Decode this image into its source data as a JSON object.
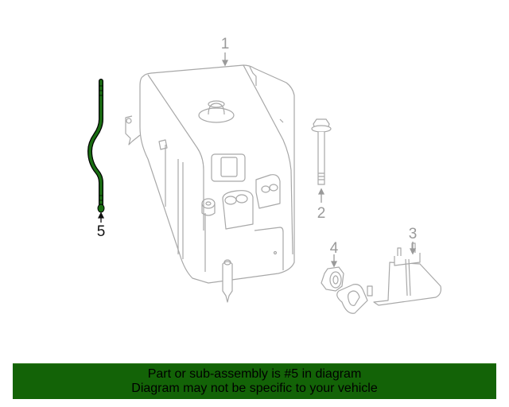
{
  "diagram": {
    "highlight_color": "#1a6e12",
    "line_color": "#a8a8a8",
    "callouts": [
      {
        "number": "1",
        "part": "reservoir-tank"
      },
      {
        "number": "2",
        "part": "bolt"
      },
      {
        "number": "3",
        "part": "bracket"
      },
      {
        "number": "4",
        "part": "nut"
      },
      {
        "number": "5",
        "part": "dipstick-tube",
        "highlighted": true
      }
    ]
  },
  "banner": {
    "background": "#136307",
    "line1": "Part or sub-assembly is #5 in diagram",
    "line2": "Diagram may not be specific to your vehicle"
  }
}
